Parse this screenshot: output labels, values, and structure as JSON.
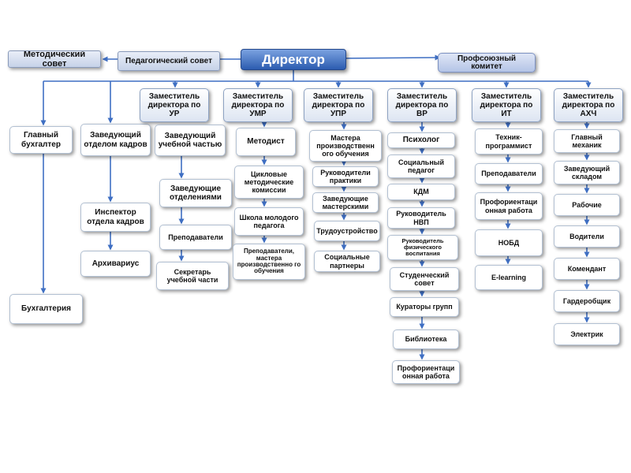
{
  "colors": {
    "connector": "#3f6fc3",
    "director_fill": "#2c5cb0",
    "box_border": "#b3c1d3"
  },
  "top": {
    "director": "Директор",
    "methodical_council": "Методический совет",
    "pedagogical_council": "Педагогический совет",
    "trade_union_committee": "Профсоюзный комитет"
  },
  "left_branch": {
    "chief_accountant": "Главный бухгалтер",
    "accounting": "Бухгалтерия",
    "hr_head": "Заведующий отделом кадров",
    "hr_inspector": "Инспектор отдела кадров",
    "archivist": "Архивариус"
  },
  "deputies": {
    "ur": {
      "title": "Заместитель директора по УР",
      "items": [
        "Заведующий учебной частью",
        "Заведующие отделениями",
        "Преподаватели",
        "Секретарь учебной части"
      ]
    },
    "umr": {
      "title": "Заместитель директора по УМР",
      "items": [
        "Методист",
        "Цикловые методические комиссии",
        "Школа молодого педагога",
        "Преподаватели, мастера производственно го обучения"
      ]
    },
    "upr": {
      "title": "Заместитель директора по УПР",
      "items": [
        "Мастера производственн ого обучения",
        "Руководители практики",
        "Заведующие мастерскими",
        "Трудоустройство",
        "Социальные партнеры"
      ]
    },
    "vr": {
      "title": "Заместитель директора по ВР",
      "items": [
        "Психолог",
        "Социальный педагог",
        "КДМ",
        "Руководитель НВП",
        "Руководитель физического воспитания",
        "Студенческий совет",
        "Кураторы групп",
        "Библиотека",
        "Профориентаци онная работа"
      ]
    },
    "it": {
      "title": "Заместитель директора по ИТ",
      "items": [
        "Техник-программист",
        "Преподаватели",
        "Профориентаци онная работа",
        "НОБД",
        "E-learning"
      ]
    },
    "ahch": {
      "title": "Заместитель директора по АХЧ",
      "items": [
        "Главный механик",
        "Заведующий складом",
        "Рабочие",
        "Водители",
        "Комендант",
        "Гардеробщик",
        "Электрик"
      ]
    }
  }
}
